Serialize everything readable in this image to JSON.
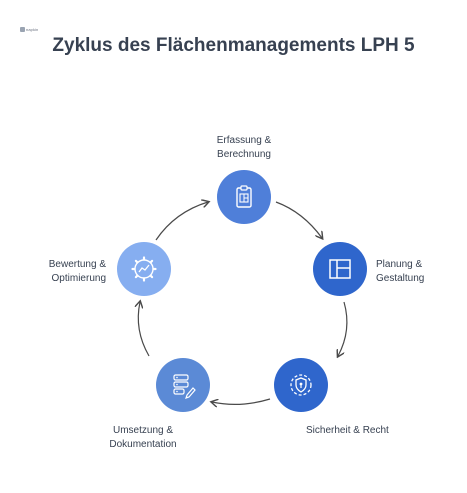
{
  "logo": {
    "text": "napkin"
  },
  "title": "Zyklus des Flächenmanagements LPH 5",
  "steps": [
    {
      "line1": "Erfassung &",
      "line2": "Berechnung",
      "icon": "clipboard-icon",
      "color": "#4f7fd9"
    },
    {
      "line1": "Planung &",
      "line2": "Gestaltung",
      "icon": "layout-icon",
      "color": "#2f66cc"
    },
    {
      "line1": "Sicherheit & Recht",
      "line2": "",
      "icon": "shield-gear-icon",
      "color": "#2f66cc"
    },
    {
      "line1": "Umsetzung &",
      "line2": "Dokumentation",
      "icon": "database-pen-icon",
      "color": "#5b8ad6"
    },
    {
      "line1": "Bewertung &",
      "line2": "Optimierung",
      "icon": "gear-chart-icon",
      "color": "#86aef0"
    }
  ]
}
